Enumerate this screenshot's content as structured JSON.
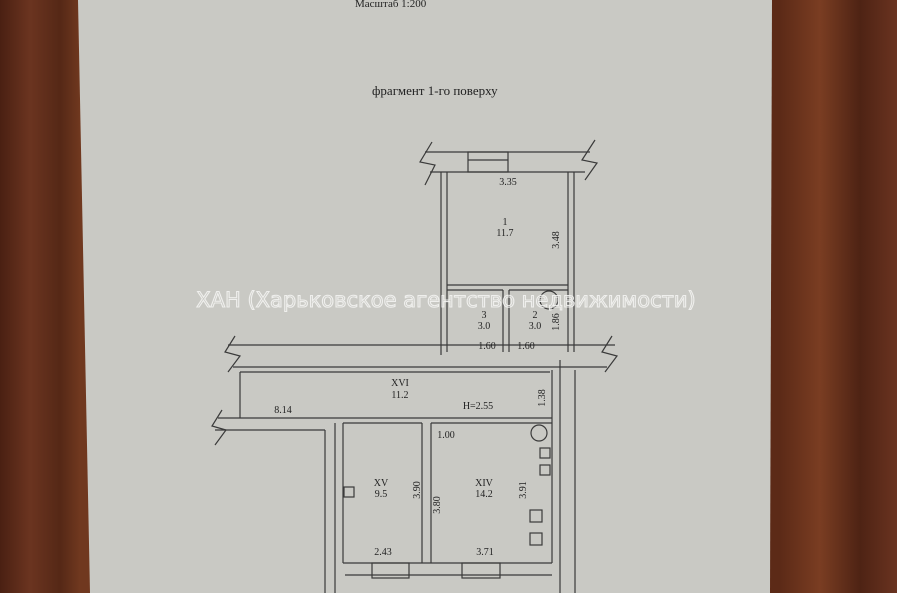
{
  "header": {
    "scale": "Масштаб 1:200",
    "title": "фрагмент 1-го поверху"
  },
  "watermark": "ХАН (Харьковское агентство недвижимости)",
  "rooms": [
    {
      "id": "1",
      "area": "11.7",
      "dims": [
        "3.35",
        "3.48"
      ]
    },
    {
      "id": "3",
      "area": "3.0",
      "dims": [
        "1.60"
      ]
    },
    {
      "id": "2",
      "area": "3.0",
      "dims": [
        "1.60",
        "1.86"
      ]
    },
    {
      "id": "XVI",
      "area": "11.2",
      "dims": [
        "8.14",
        "1.38"
      ],
      "height": "H=2.55"
    },
    {
      "id": "XV",
      "area": "9.5",
      "dims": [
        "2.43",
        "3.90"
      ]
    },
    {
      "id": "XIV",
      "area": "14.2",
      "dims": [
        "3.71",
        "3.80",
        "3.91",
        "1.00"
      ]
    }
  ],
  "colors": {
    "paper": "#c8c8c3",
    "ink": "#333333",
    "wood": "#5a2a18"
  }
}
